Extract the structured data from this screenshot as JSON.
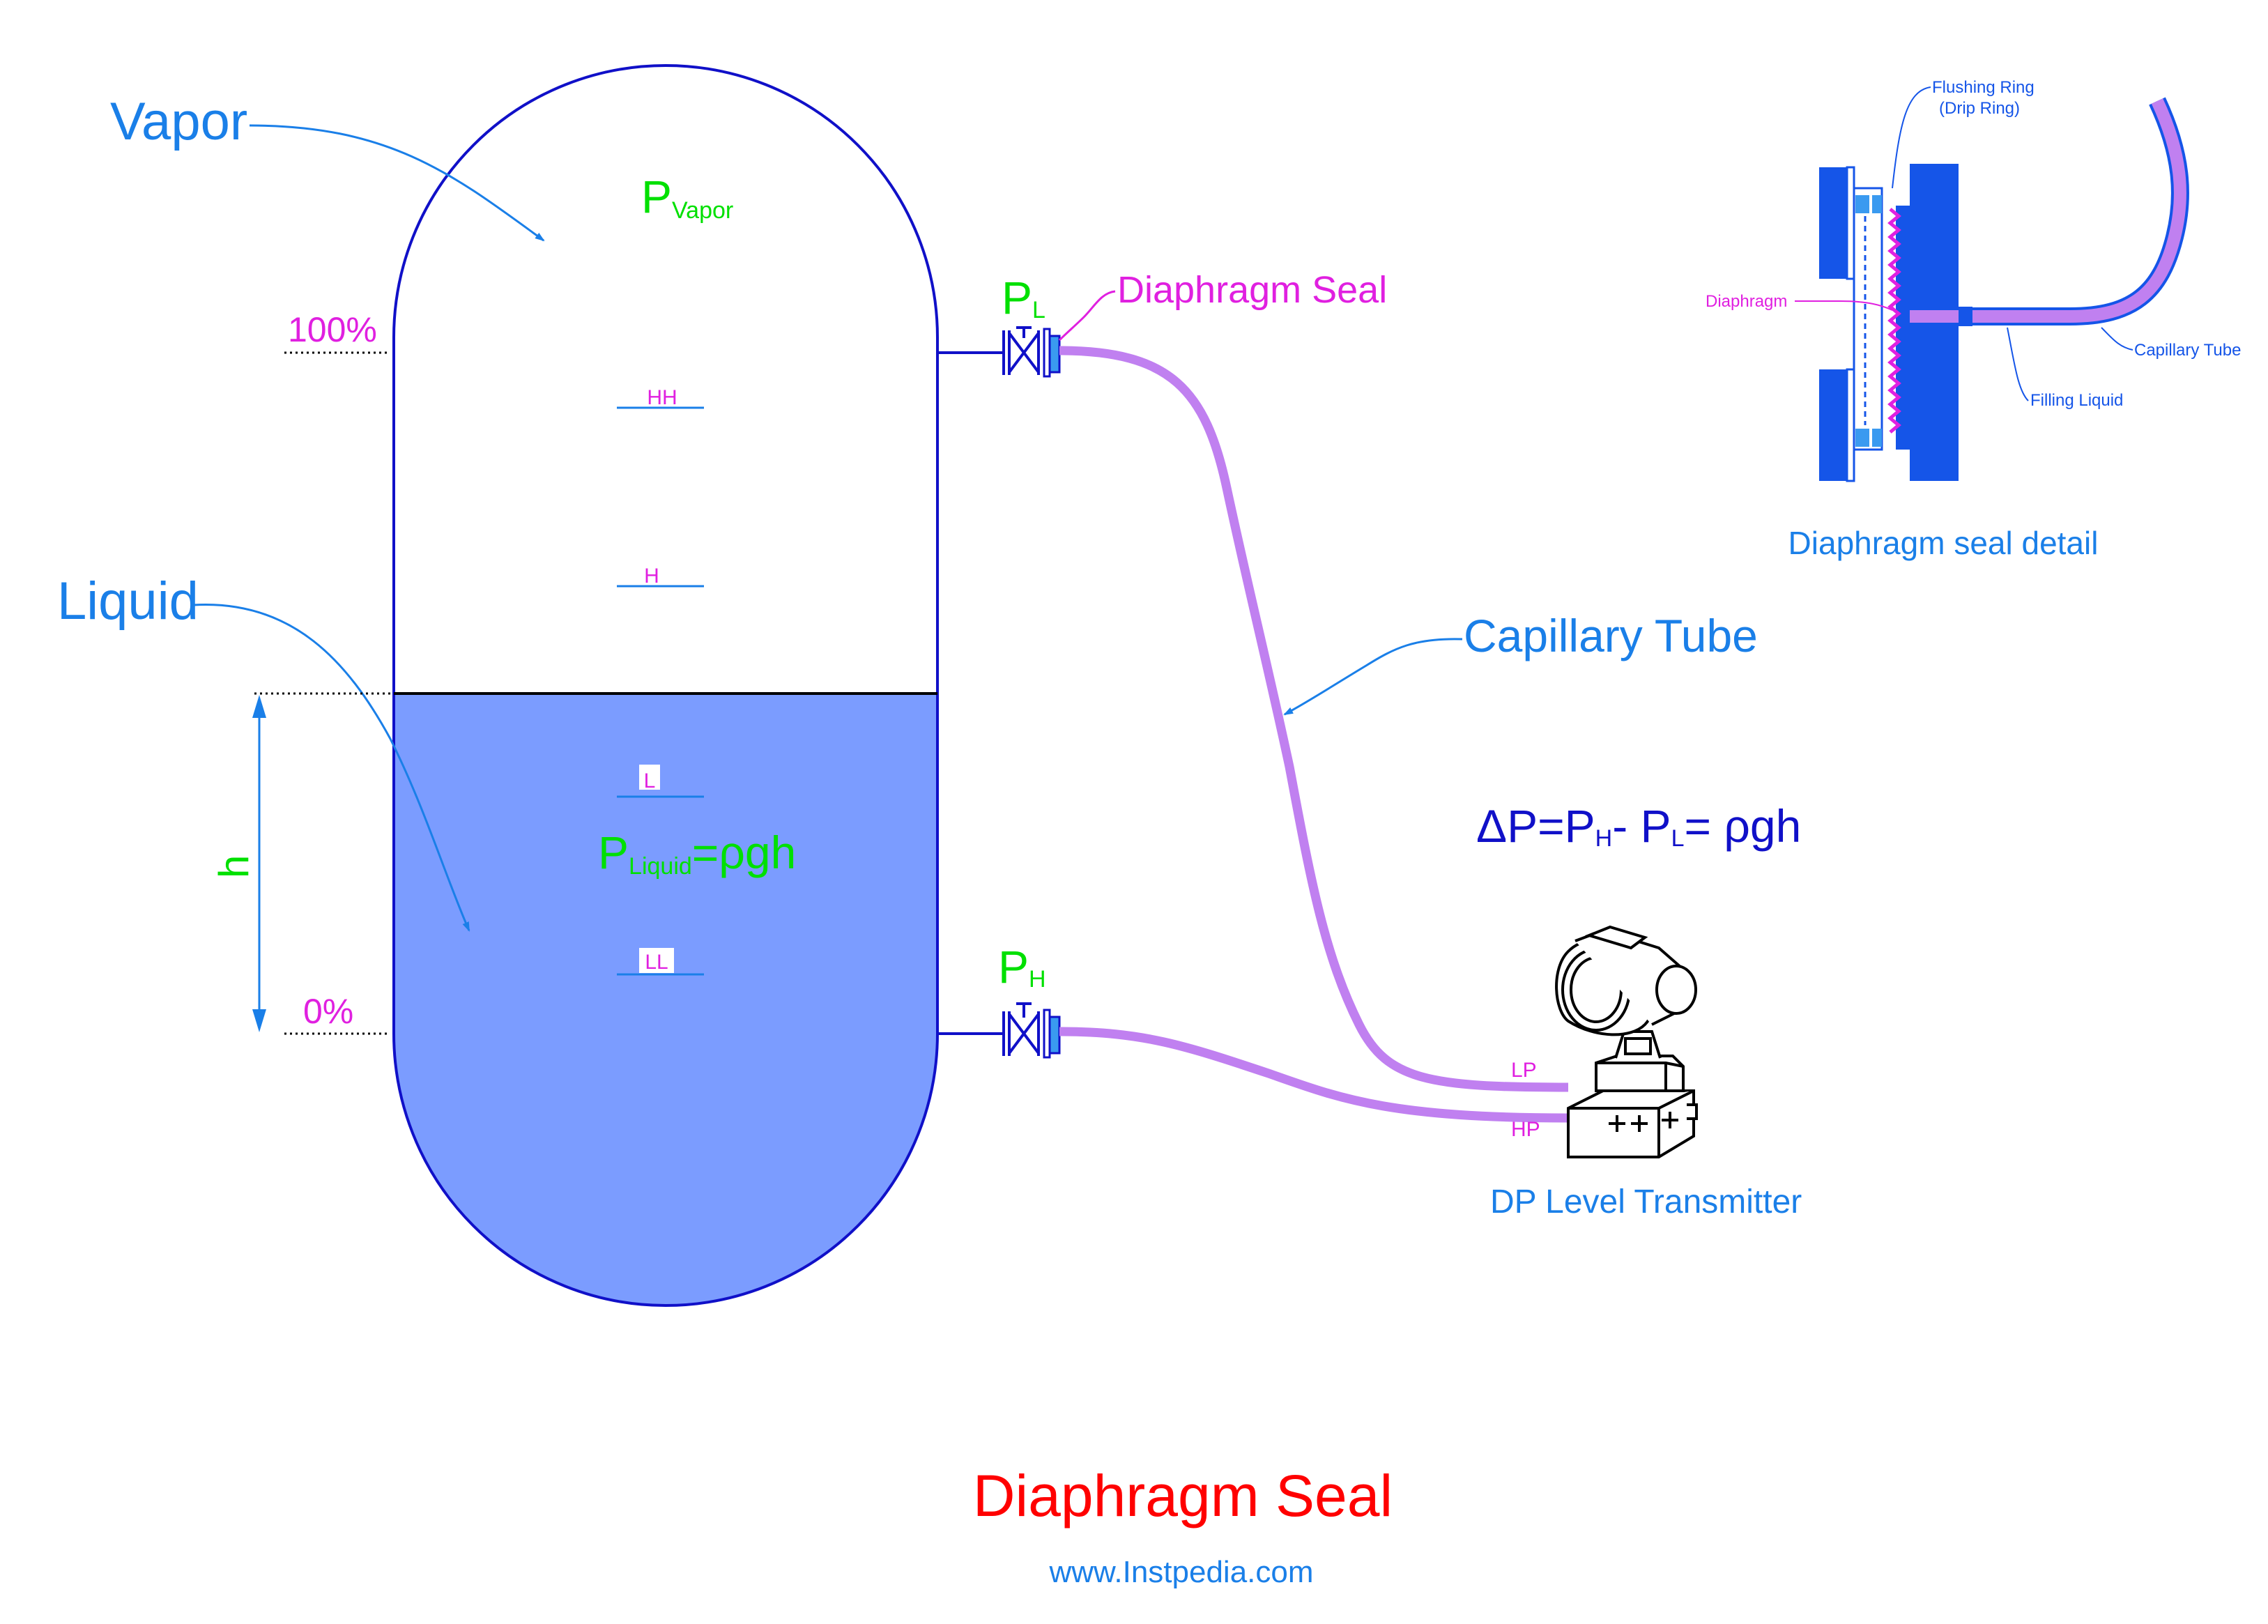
{
  "title": "Diaphragm Seal",
  "website": "www.Instpedia.com",
  "labels": {
    "vapor": "Vapor",
    "liquid": "Liquid",
    "p_vapor_main": "P",
    "p_vapor_sub": "Vapor",
    "p_liquid_main": "P",
    "p_liquid_sub": "Liquid",
    "p_liquid_eq": "=ρgh",
    "level_100": "100%",
    "level_0": "0%",
    "h": "h",
    "hh": "HH",
    "h_mark": "H",
    "l_mark": "L",
    "ll_mark": "LL",
    "pl_main": "P",
    "pl_sub": "L",
    "ph_main": "P",
    "ph_sub": "H",
    "diaphragm_seal_label": "Diaphragm Seal",
    "capillary_tube": "Capillary Tube",
    "lp": "LP",
    "hp": "HP",
    "transmitter": "DP Level Transmitter",
    "eq_start": "ΔP=P",
    "eq_sub_h": "H",
    "eq_mid": "- P",
    "eq_sub_l": "L",
    "eq_end": "= ρgh"
  },
  "detail": {
    "caption": "Diaphragm seal detail",
    "flushing_ring": "Flushing Ring",
    "drip_ring": "(Drip Ring)",
    "diaphragm": "Diaphragm",
    "filling_liquid": "Filling Liquid",
    "capillary_tube": "Capillary Tube"
  },
  "colors": {
    "title": "#ff0000",
    "blue_text": "#1a7fe8",
    "green": "#00e000",
    "magenta": "#e020e0",
    "vessel_outline": "#1010c8",
    "liquid_fill": "#7b9cff",
    "capillary": "#c080f0",
    "detail_blue": "#1555e8"
  }
}
